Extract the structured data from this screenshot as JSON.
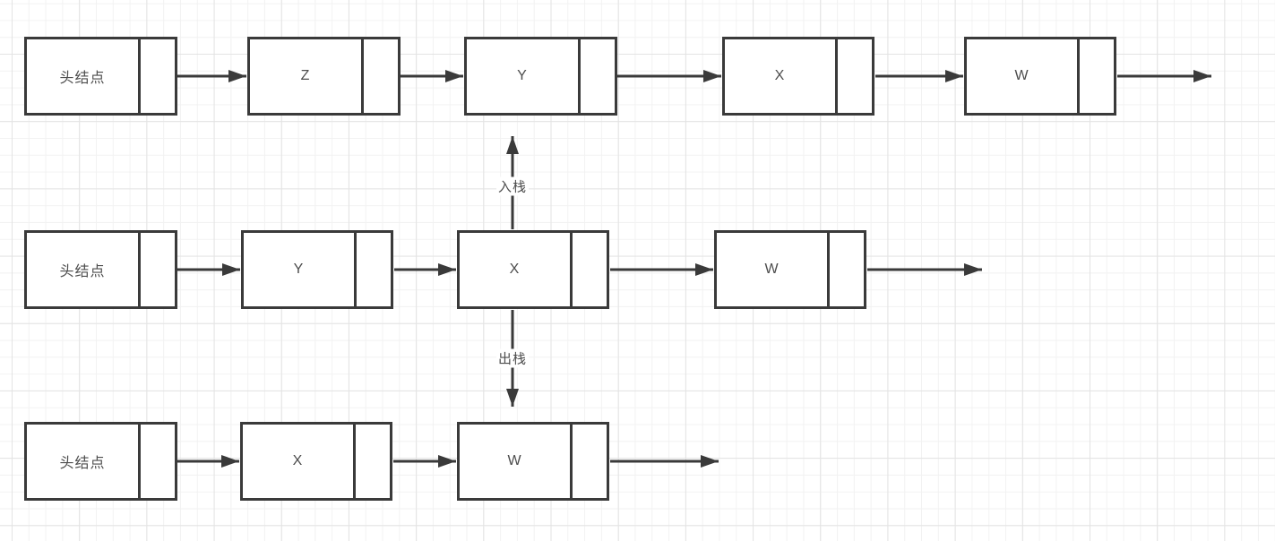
{
  "canvas": {
    "background": "#ffffff",
    "grid_minor_color": "#f2f2f2",
    "grid_major_color": "#e3e3e3",
    "stroke_color": "#3a3a3a",
    "text_color": "#4d4d4d"
  },
  "lists": [
    {
      "name": "linked-list-top",
      "nodes": [
        "头结点",
        "Z",
        "Y",
        "X",
        "W"
      ]
    },
    {
      "name": "linked-list-middle",
      "nodes": [
        "头结点",
        "Y",
        "X",
        "W"
      ]
    },
    {
      "name": "linked-list-bottom",
      "nodes": [
        "头结点",
        "X",
        "W"
      ]
    }
  ],
  "operations": {
    "push_label": "入栈",
    "pop_label": "出栈"
  }
}
